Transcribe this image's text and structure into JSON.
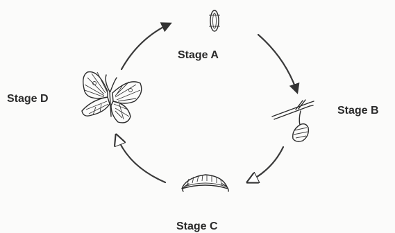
{
  "diagram": {
    "type": "life-cycle",
    "stages": [
      {
        "id": "a",
        "label": "Stage A",
        "icon": "egg-icon"
      },
      {
        "id": "b",
        "label": "Stage B",
        "icon": "larva-on-twig-icon"
      },
      {
        "id": "c",
        "label": "Stage C",
        "icon": "pupa-icon"
      },
      {
        "id": "d",
        "label": "Stage D",
        "icon": "butterfly-icon"
      }
    ],
    "cycle_order": [
      "a",
      "b",
      "c",
      "d",
      "a"
    ]
  }
}
